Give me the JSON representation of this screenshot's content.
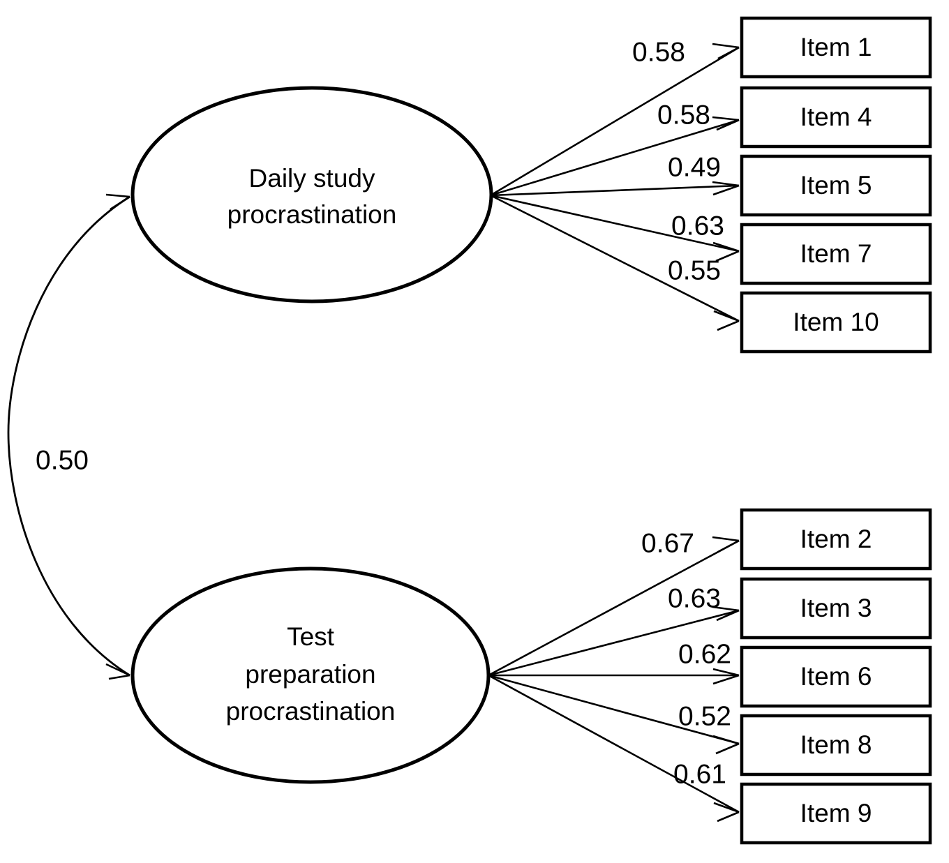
{
  "diagram": {
    "type": "cfa-path-diagram",
    "background_color": "#ffffff",
    "line_color": "#000000",
    "factors": [
      {
        "id": "daily-study",
        "label_line1": "Daily study",
        "label_line2": "procrastination",
        "label_line3": "",
        "shape": "ellipse"
      },
      {
        "id": "test-prep",
        "label_line1": "Test",
        "label_line2": "preparation",
        "label_line3": "procrastination",
        "shape": "ellipse"
      }
    ],
    "indicators_top": [
      {
        "label": "Item 1",
        "loading": "0.58"
      },
      {
        "label": "Item 4",
        "loading": "0.58"
      },
      {
        "label": "Item 5",
        "loading": "0.49"
      },
      {
        "label": "Item 7",
        "loading": "0.63"
      },
      {
        "label": "Item 10",
        "loading": "0.55"
      }
    ],
    "indicators_bottom": [
      {
        "label": "Item 2",
        "loading": "0.67"
      },
      {
        "label": "Item 3",
        "loading": "0.63"
      },
      {
        "label": "Item 6",
        "loading": "0.62"
      },
      {
        "label": "Item 8",
        "loading": "0.52"
      },
      {
        "label": "Item 9",
        "loading": "0.61"
      }
    ],
    "correlation": {
      "value": "0.50",
      "between": [
        "daily-study",
        "test-prep"
      ],
      "style": "double-headed-curved"
    }
  },
  "chart_data": {
    "type": "diagram",
    "title": "",
    "model": "Two-factor confirmatory factor analysis (standardized solution)",
    "latent_variables": [
      "Daily study procrastination",
      "Test preparation procrastination"
    ],
    "factor_correlation": 0.5,
    "series": [
      {
        "name": "Daily study procrastination",
        "indicators": [
          "Item 1",
          "Item 4",
          "Item 5",
          "Item 7",
          "Item 10"
        ],
        "loadings": [
          0.58,
          0.58,
          0.49,
          0.63,
          0.55
        ]
      },
      {
        "name": "Test preparation procrastination",
        "indicators": [
          "Item 2",
          "Item 3",
          "Item 6",
          "Item 8",
          "Item 9"
        ],
        "loadings": [
          0.67,
          0.63,
          0.62,
          0.52,
          0.61
        ]
      }
    ]
  }
}
